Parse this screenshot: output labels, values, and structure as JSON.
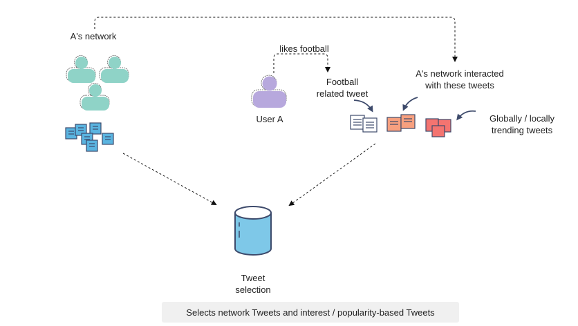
{
  "labels": {
    "a_network": "A's network",
    "likes_football": "likes football",
    "football_tweet_line1": "Football",
    "football_tweet_line2": "related tweet",
    "network_interacted_line1": "A's network interacted",
    "network_interacted_line2": "with these tweets",
    "user_a": "User A",
    "trending_line1": "Globally / locally",
    "trending_line2": "trending tweets",
    "tweet_selection_line1": "Tweet",
    "tweet_selection_line2": "selection"
  },
  "caption": "Selects network Tweets and interest / popularity-based Tweets",
  "icons": {
    "network_users": "user-icon",
    "user_a": "user-icon",
    "tweets": "tweet-icon",
    "database": "database-icon"
  },
  "colors": {
    "network": "#8fd3c7",
    "user_a": "#b7a8dd",
    "network_tweets": "#5ab4e0",
    "football_tweets": "#ffffff",
    "interacted_tweets": "#f7a07f",
    "trending_tweets": "#f47470",
    "database": "#7ec8e8",
    "stroke": "#3d4a6b"
  }
}
